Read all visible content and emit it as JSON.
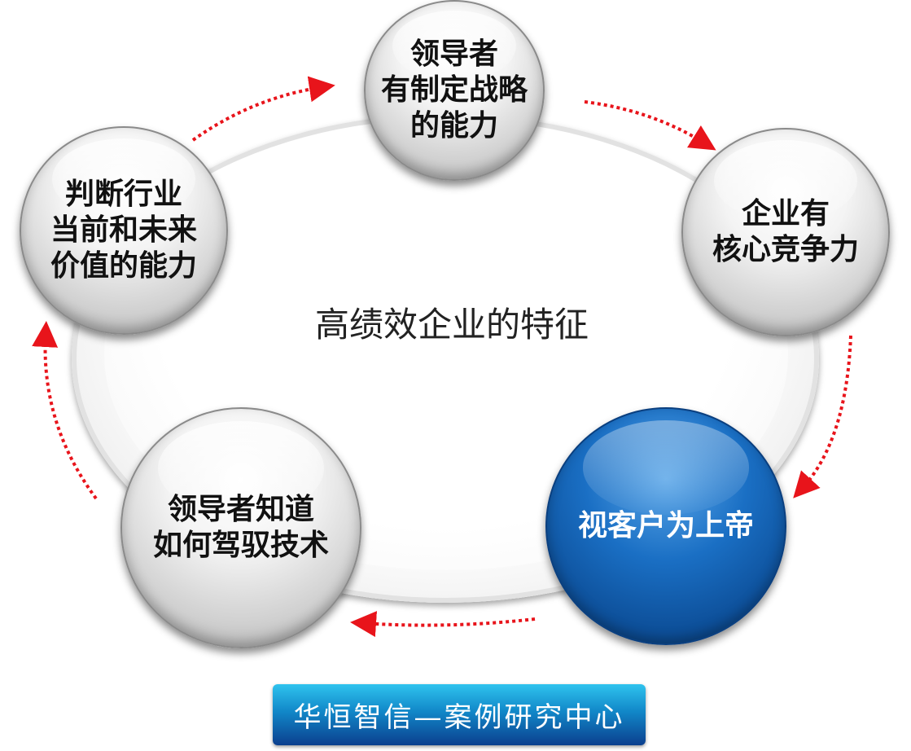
{
  "title": "高绩效企业的特征",
  "nodes": [
    {
      "id": "top",
      "text": "领导者\n有制定战略\n的能力"
    },
    {
      "id": "right",
      "text": "企业有\n核心竞争力"
    },
    {
      "id": "bottom-right",
      "text": "视客户为上帝"
    },
    {
      "id": "bottom-left",
      "text": "领导者知道\n如何驾驭技术"
    },
    {
      "id": "left",
      "text": "判断行业\n当前和未来\n价值的能力"
    }
  ],
  "arrow_color": "#e8141b",
  "highlight_color": "#0d5fb3",
  "logo_text": "华恒智信—案例研究中心"
}
